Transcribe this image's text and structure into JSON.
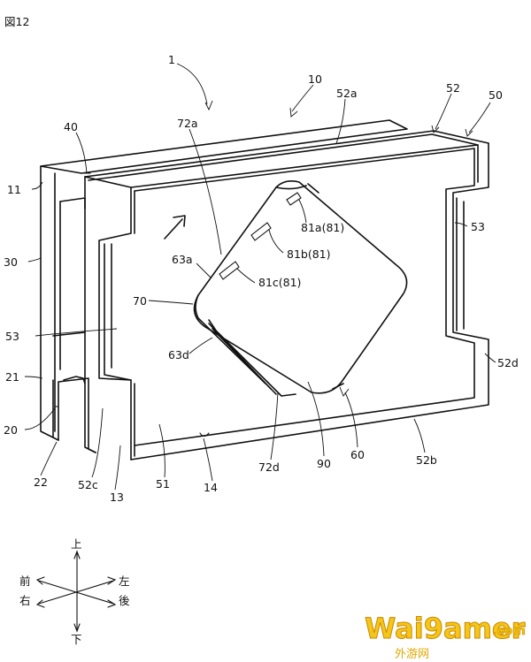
{
  "figure": {
    "title": "図12"
  },
  "labels": {
    "l1": "1",
    "l10": "10",
    "l52a": "52a",
    "l52": "52",
    "l50": "50",
    "l72a": "72a",
    "l40": "40",
    "l11": "11",
    "l53r": "53",
    "l81a": "81a(81)",
    "l81b": "81b(81)",
    "l81c": "81c(81)",
    "l63a": "63a",
    "l30": "30",
    "l70": "70",
    "l53l": "53",
    "l63d": "63d",
    "l52d": "52d",
    "l21": "21",
    "l20": "20",
    "l22": "22",
    "l52c": "52c",
    "l13": "13",
    "l51": "51",
    "l14": "14",
    "l72d": "72d",
    "l90": "90",
    "l60": "60",
    "l52b": "52b"
  },
  "compass": {
    "up": "上",
    "down": "下",
    "front": "前",
    "right": "右",
    "left": "左",
    "back": "後"
  },
  "watermark": {
    "main": "Wai9amer",
    "suffix": ".com",
    "sub": "外游网"
  }
}
